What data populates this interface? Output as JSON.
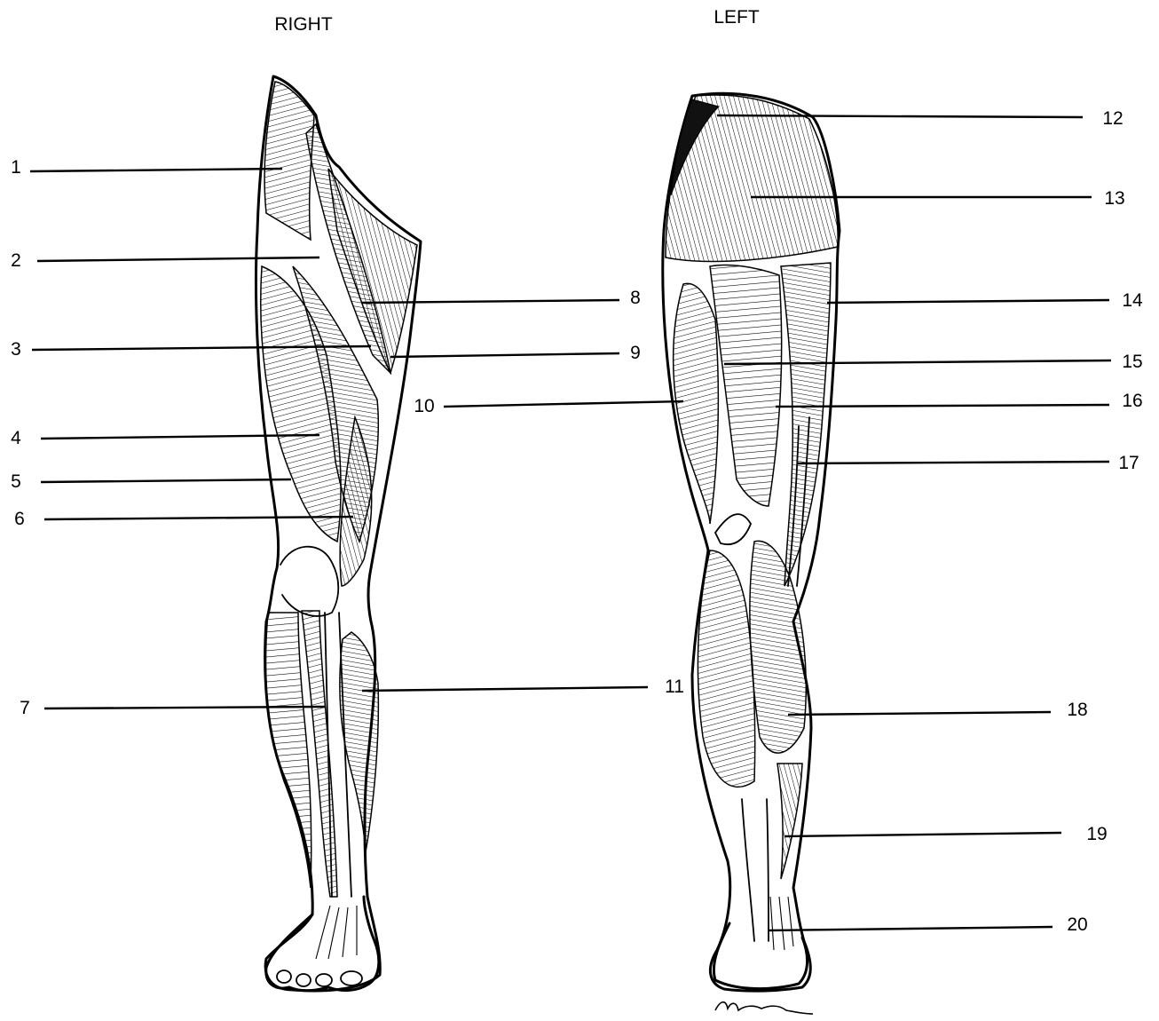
{
  "titles": {
    "right": "RIGHT",
    "left": "LEFT"
  },
  "labels": [
    "1",
    "2",
    "3",
    "4",
    "5",
    "6",
    "7",
    "8",
    "9",
    "10",
    "11",
    "12",
    "13",
    "14",
    "15",
    "16",
    "17",
    "18",
    "19",
    "20"
  ]
}
